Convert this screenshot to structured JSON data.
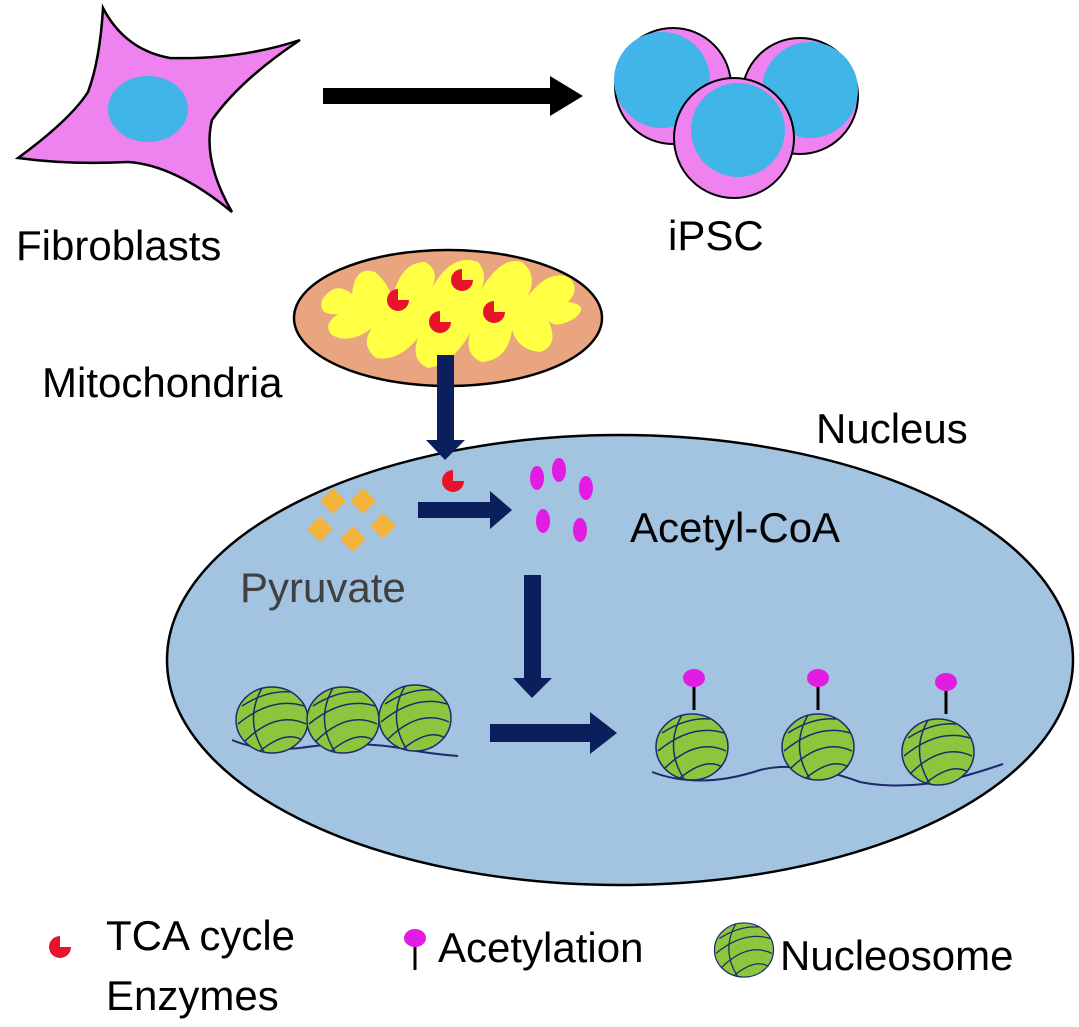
{
  "labels": {
    "fibroblasts": "Fibroblasts",
    "ipsc": "iPSC",
    "mitochondria": "Mitochondria",
    "nucleus": "Nucleus",
    "pyruvate": "Pyruvate",
    "acetyl_coa": "Acetyl-CoA"
  },
  "legend": {
    "tca_line1": "TCA cycle",
    "tca_line2": "Enzymes",
    "acetylation": "Acetylation",
    "nucleosome": "Nucleosome"
  },
  "colors": {
    "cell_pink": "#ee82ee",
    "nucleus_blue": "#41b4e8",
    "mito_outer": "#e8a57f",
    "mito_inner": "#ffff44",
    "enzyme_red": "#e8122a",
    "nucleus_fill": "#a2c4e1",
    "arrow_navy": "#0a1f5c",
    "pyruvate_orange": "#f2b43d",
    "acetyl_magenta": "#e31ce3",
    "nucleosome_green": "#8cc63f"
  }
}
